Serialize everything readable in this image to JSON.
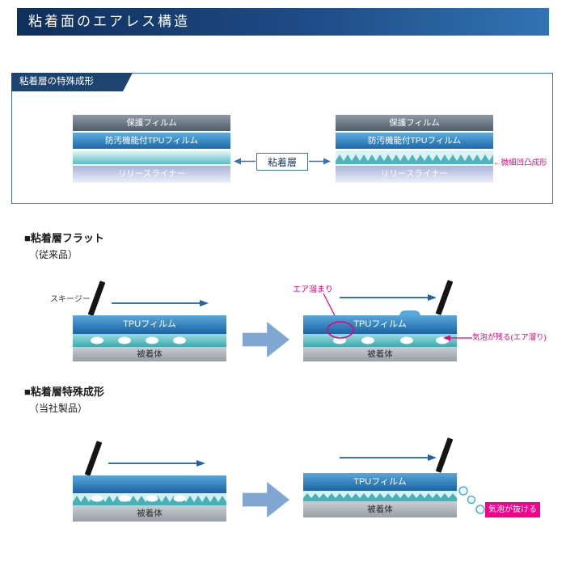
{
  "colors": {
    "header_navy": "#0f2f5c",
    "accent_blue": "#1c63a8",
    "panel_border_blue": "#3a72ad",
    "teal": "#45b2b8",
    "magenta": "#e4007f",
    "note_pink": "#f3008c"
  },
  "header": {
    "title": "粘着面のエアレス構造"
  },
  "panel": {
    "tag": "粘着層の特殊成形",
    "layers": {
      "protect": "保護フィルム",
      "tpu": "防汚機能付TPUフィルム",
      "release": "リリースライナー"
    },
    "center_label": "粘着層",
    "annotation": "←微細凹凸成形"
  },
  "flat_section": {
    "heading": "■粘着層フラット",
    "subheading": "（従来品）",
    "squeegee_label": "スキージー →",
    "film_label": "TPUフィルム",
    "substrate_label": "被着体",
    "air_pocket_label": "エア溜まり",
    "trapped_note": "気泡が残る(エア溜り)"
  },
  "formed_section": {
    "heading": "■粘着層特殊成形",
    "subheading": "（当社製品）",
    "film_label": "TPUフィルム",
    "substrate_label": "被着体",
    "escape_note": "気泡が抜ける"
  }
}
